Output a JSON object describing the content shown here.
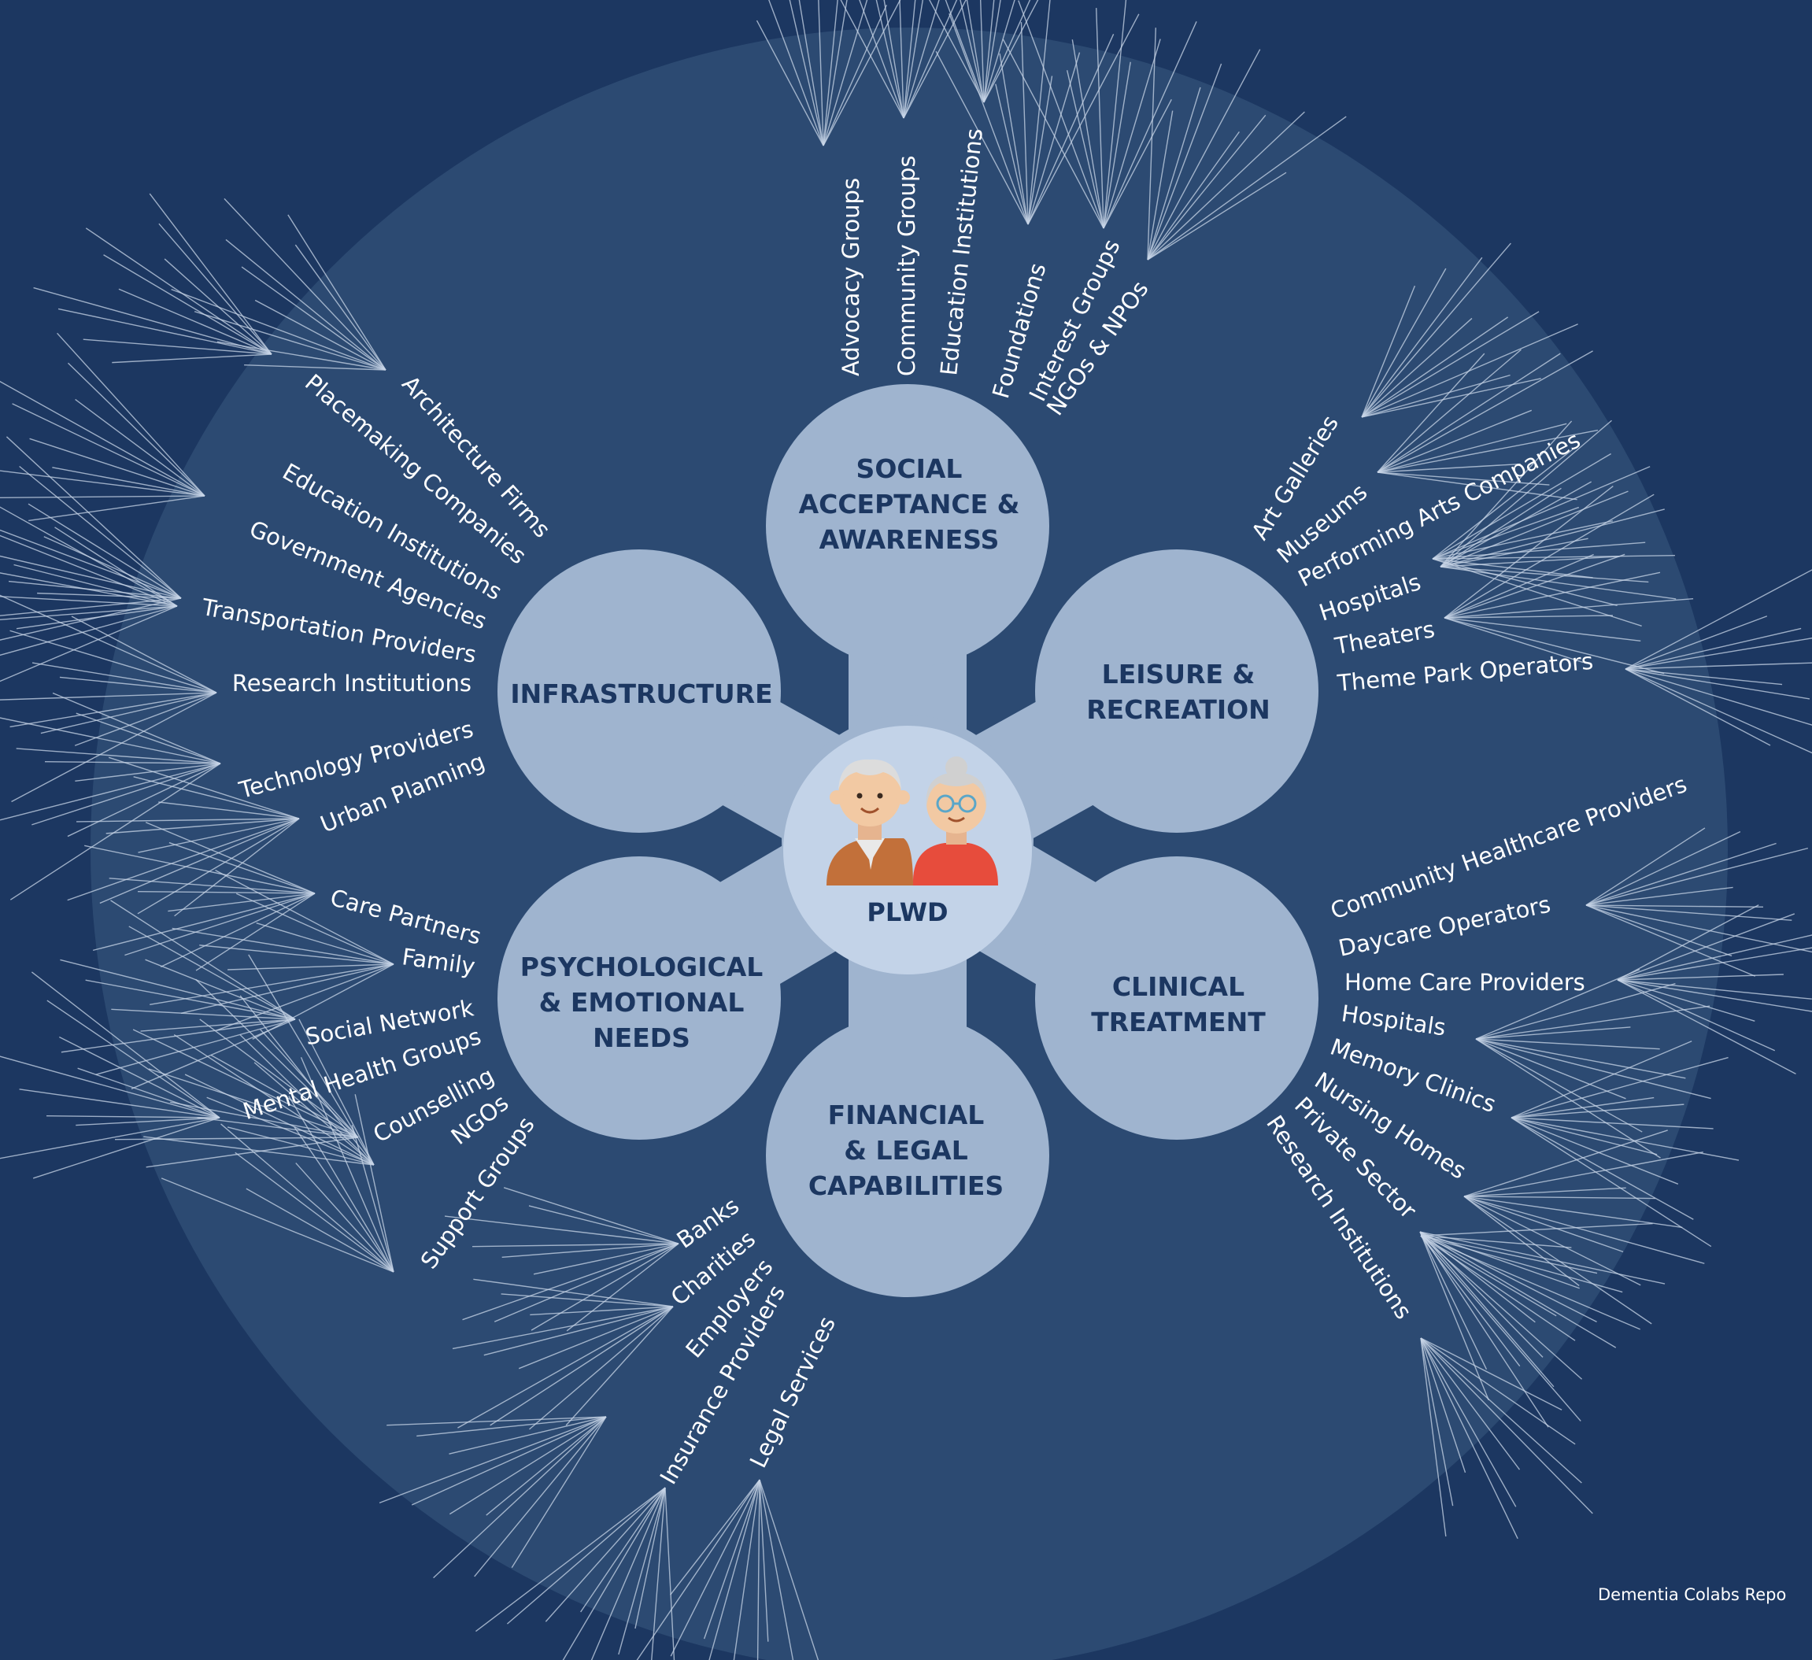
{
  "center": {
    "label": "PLWD",
    "icon": "elderly-couple-icon"
  },
  "colors": {
    "background": "#1c3761",
    "halo": "#2c4a72",
    "hub": "#9fb4cf",
    "center_circle": "#c3d3e8",
    "hub_text": "#1c3761",
    "leaf_text": "#ffffff",
    "line": "#c9d6e8"
  },
  "categories": [
    {
      "id": "social",
      "title_lines": [
        "SOCIAL",
        "ACCEPTANCE &",
        "AWARENESS"
      ],
      "stakeholders": [
        "Advocacy Groups",
        "Community Groups",
        "Education Institutions",
        "Foundations",
        "Interest Groups",
        "NGOs & NPOs"
      ]
    },
    {
      "id": "leisure",
      "title_lines": [
        "LEISURE &",
        "RECREATION"
      ],
      "stakeholders": [
        "Art Galleries",
        "Museums",
        "Performing Arts Companies",
        "Hospitals",
        "Theaters",
        "Theme Park Operators"
      ]
    },
    {
      "id": "clinical",
      "title_lines": [
        "CLINICAL",
        "TREATMENT"
      ],
      "stakeholders": [
        "Community Healthcare Providers",
        "Daycare Operators",
        "Home Care Providers",
        "Hospitals",
        "Memory Clinics",
        "Nursing Homes",
        "Private Sector",
        "Research Institutions"
      ]
    },
    {
      "id": "financial",
      "title_lines": [
        "FINANCIAL",
        "& LEGAL",
        "CAPABILITIES"
      ],
      "stakeholders": [
        "Banks",
        "Charities",
        "Employers",
        "Insurance Providers",
        "Legal Services"
      ]
    },
    {
      "id": "psychological",
      "title_lines": [
        "PSYCHOLOGICAL",
        "& EMOTIONAL",
        "NEEDS"
      ],
      "stakeholders": [
        "Care Partners",
        "Family",
        "Social Network",
        "Mental Health Groups",
        "Counselling",
        "NGOs",
        "Support Groups"
      ]
    },
    {
      "id": "infrastructure",
      "title_lines": [
        "INFRASTRUCTURE"
      ],
      "stakeholders": [
        "Architecture Firms",
        "Placemaking Companies",
        "Education Institutions",
        "Government Agencies",
        "Transportation Providers",
        "Research Institutions",
        "Technology Providers",
        "Urban Planning"
      ]
    }
  ],
  "credit": "Dementia Colabs Repo"
}
